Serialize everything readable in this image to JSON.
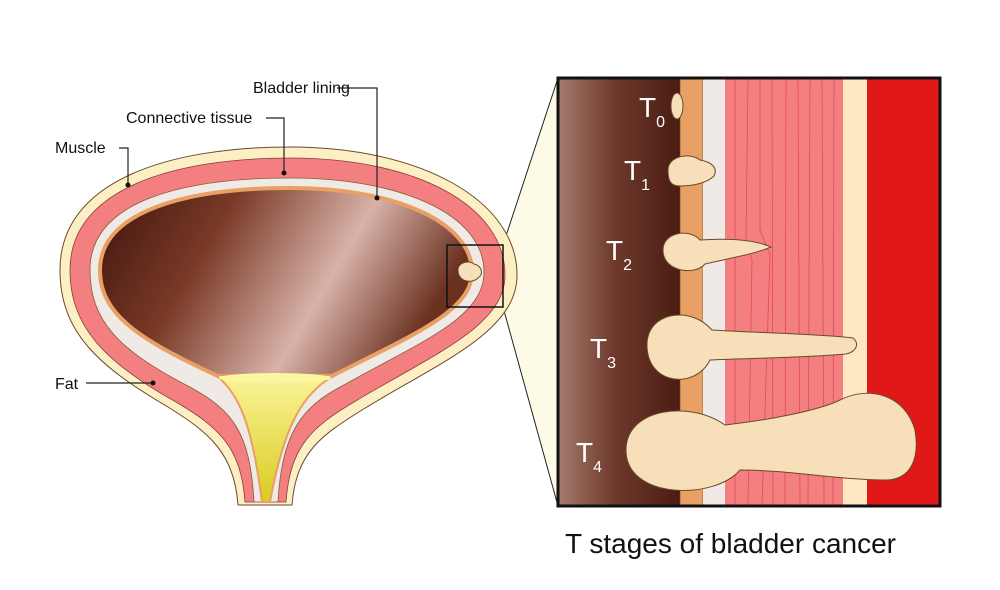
{
  "labels": {
    "bladder_lining": "Bladder lining",
    "connective_tissue": "Connective tissue",
    "muscle": "Muscle",
    "fat": "Fat"
  },
  "stages": [
    {
      "letter": "T",
      "sub": "0"
    },
    {
      "letter": "T",
      "sub": "1"
    },
    {
      "letter": "T",
      "sub": "2"
    },
    {
      "letter": "T",
      "sub": "3"
    },
    {
      "letter": "T",
      "sub": "4"
    }
  ],
  "title": "T stages of bladder cancer",
  "colors": {
    "fat": "#fdefc4",
    "muscle": "#f47f80",
    "connective": "#efeae6",
    "lining": "#e8a064",
    "lumen": "#5a2418",
    "urine": "#f3ea4a",
    "tumor": "#f6dfb9",
    "outer_red": "#e01818"
  }
}
